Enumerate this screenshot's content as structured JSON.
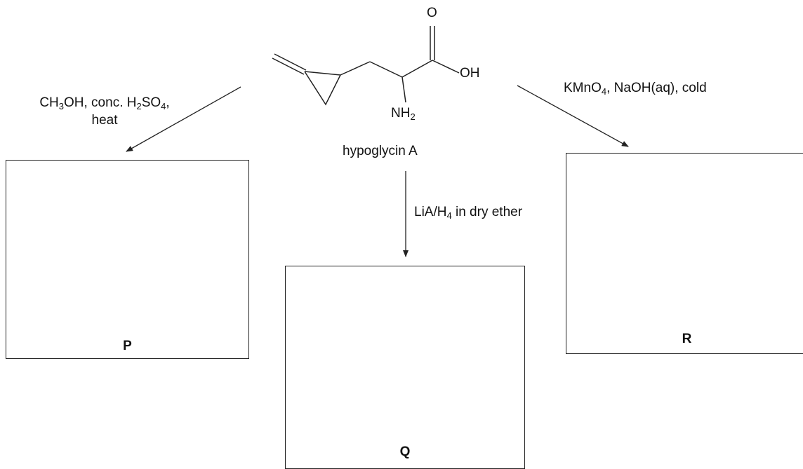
{
  "molecule": {
    "name": "hypoglycin A",
    "atom_o": "O",
    "atom_oh": "OH",
    "atom_nh": "NH",
    "nh_sub": "2"
  },
  "reactions": {
    "left": {
      "line1_a": "CH",
      "line1_sub1": "3",
      "line1_b": "OH, conc. H",
      "line1_sub2": "2",
      "line1_c": "SO",
      "line1_sub3": "4",
      "line1_d": ",",
      "line2": "heat",
      "product": "P"
    },
    "middle": {
      "cond_a": "LiA/H",
      "cond_sub": "4",
      "cond_b": " in dry ether",
      "product": "Q"
    },
    "right": {
      "cond_a": "KMnO",
      "cond_sub": "4",
      "cond_b": ", NaOH(aq), cold",
      "product": "R"
    }
  }
}
